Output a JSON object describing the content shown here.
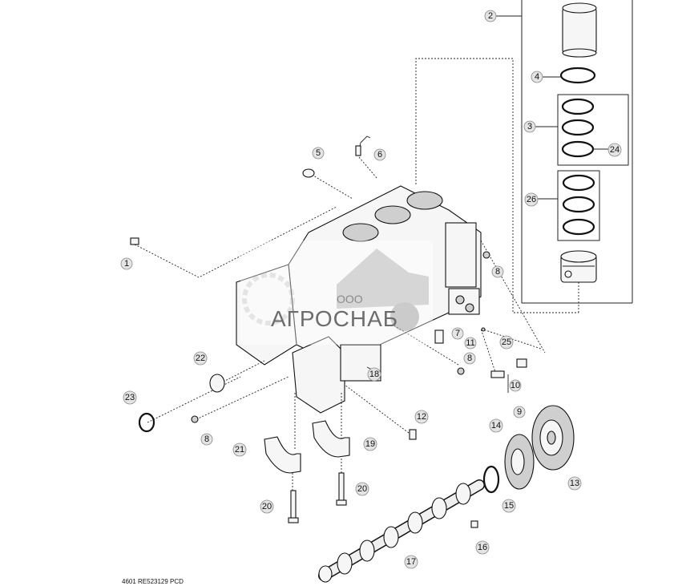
{
  "callouts": [
    "1",
    "2",
    "3",
    "4",
    "5",
    "6",
    "7",
    "8",
    "9",
    "10",
    "11",
    "12",
    "13",
    "14",
    "15",
    "16",
    "17",
    "18",
    "19",
    "20",
    "21",
    "22",
    "23",
    "24",
    "25",
    "26"
  ],
  "footer_code": "4601  RE523129  PCD",
  "watermark": {
    "prefix": "ООО",
    "brand": "АГРОСНАБ"
  }
}
